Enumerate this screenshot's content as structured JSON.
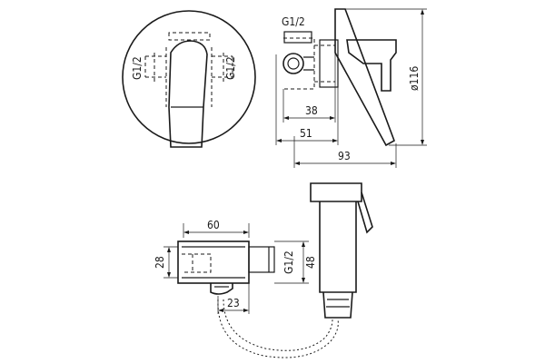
{
  "labels": {
    "front_thread_left": "G1/2",
    "front_thread_right": "G1/2",
    "side_thread_top": "G1/2",
    "dim_38": "38",
    "dim_51": "51",
    "dim_93": "93",
    "dim_116": "ø116",
    "dim_60": "60",
    "dim_28": "28",
    "dim_48": "48",
    "dim_23": "23",
    "holder_thread": "G1/2"
  }
}
